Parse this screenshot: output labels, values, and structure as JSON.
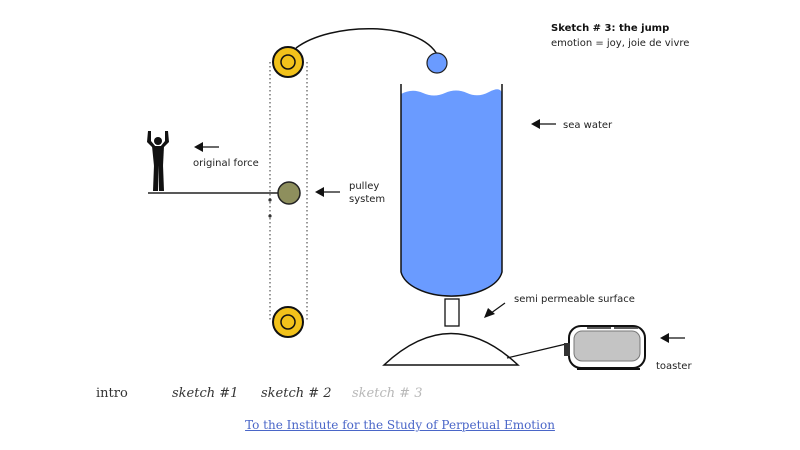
{
  "sketch": {
    "title": "Sketch # 3: the jump",
    "subtitle": "emotion = joy, joie de vivre"
  },
  "labels": {
    "sea_water": "sea water",
    "original_force": "original force",
    "pulley_line1": "pulley",
    "pulley_line2": "system",
    "surface": "semi permeable surface",
    "toaster": "toaster"
  },
  "colors": {
    "water": "#6a9bff",
    "wheel": "#f2c21b",
    "pulley": "#8e8f5d"
  },
  "nav": {
    "intro": "intro",
    "sketch1": "sketch #1",
    "sketch2": "sketch # 2",
    "sketch3": "sketch # 3"
  },
  "footer": {
    "link": "To the Institute for the Study of Perpetual Emotion"
  }
}
